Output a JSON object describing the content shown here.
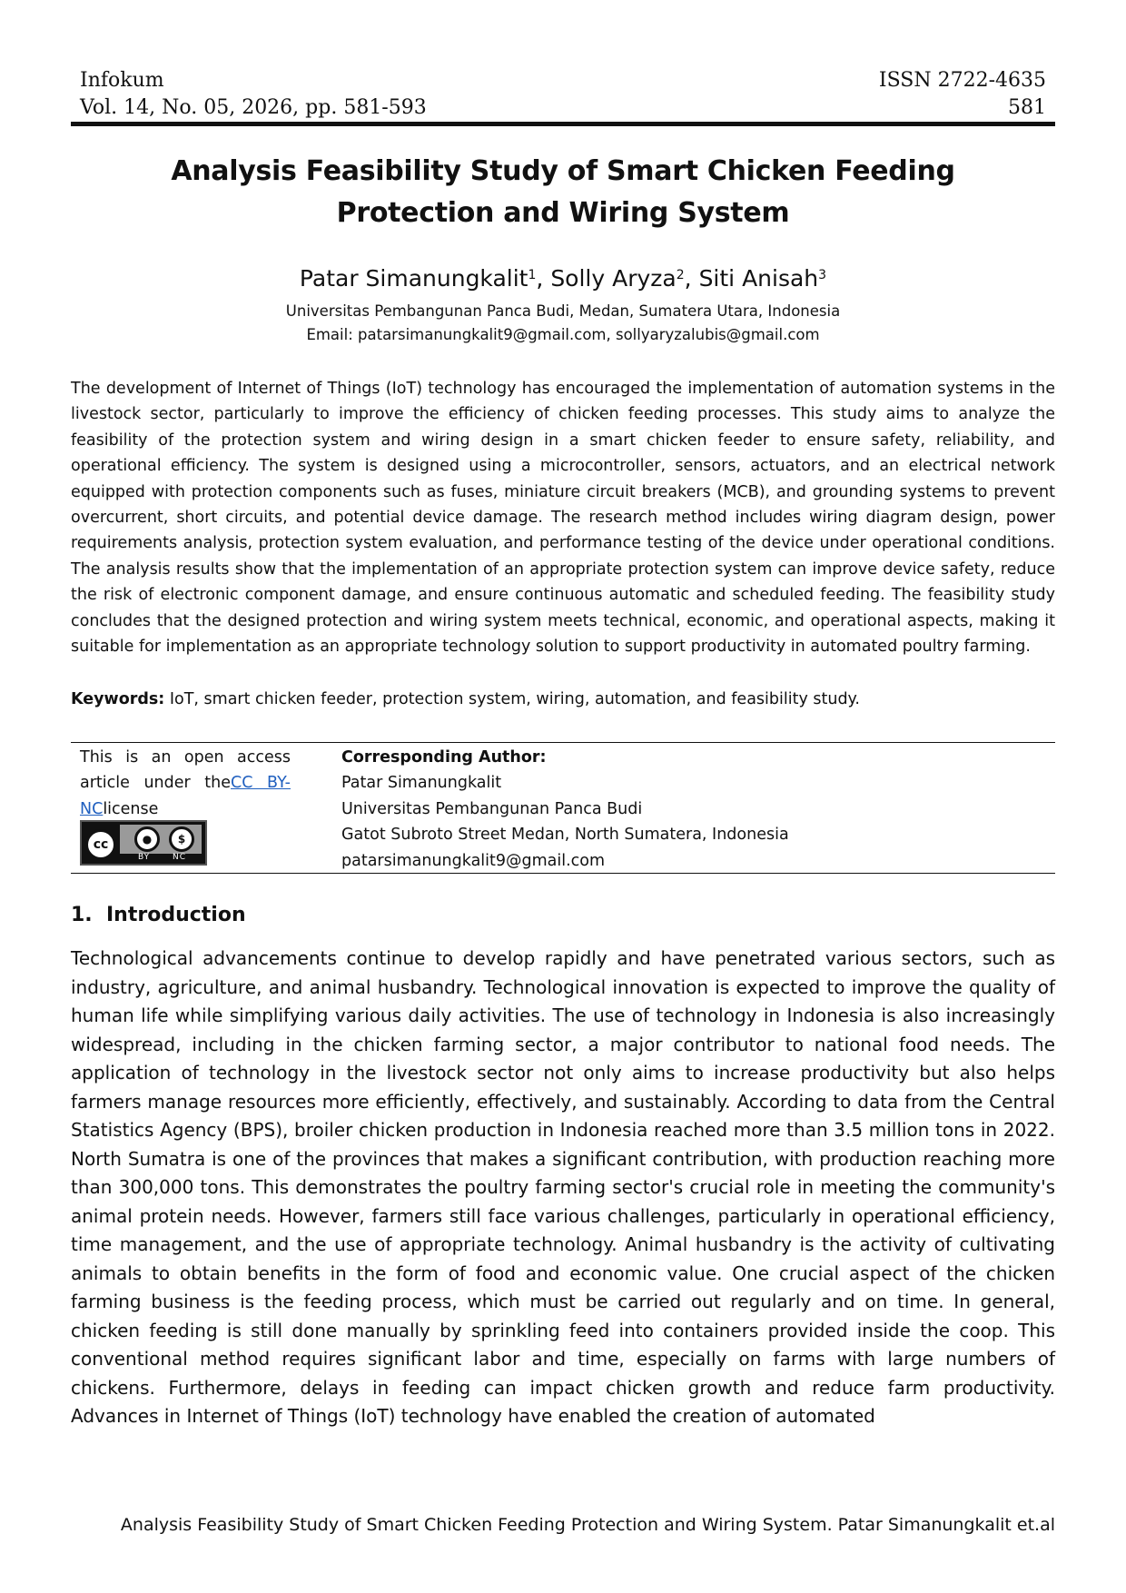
{
  "header": {
    "journal": "Infokum",
    "volume_info": "Vol. 14, No. 05, 2026, pp. 581-593",
    "issn": "ISSN 2722-4635",
    "page_number": "581"
  },
  "title": "Analysis Feasibility Study of Smart Chicken Feeding Protection and Wiring System",
  "authors": [
    {
      "name": "Patar Simanungkalit",
      "sup": "1"
    },
    {
      "name": "Solly Aryza",
      "sup": "2"
    },
    {
      "name": "Siti Anisah",
      "sup": "3"
    }
  ],
  "affiliation": "Universitas Pembangunan Panca Budi, Medan, Sumatera Utara, Indonesia",
  "email_line": "Email: patarsimanungkalit9@gmail.com, sollyaryzalubis@gmail.com",
  "abstract": "The development of Internet of Things (IoT) technology has encouraged the implementation of automation systems in the livestock sector, particularly to improve the efficiency of chicken feeding processes. This study aims to analyze the feasibility of the protection system and wiring design in a smart chicken feeder to ensure safety, reliability, and operational efficiency. The system is designed using a microcontroller, sensors, actuators, and an electrical network equipped with protection components such as fuses, miniature circuit breakers (MCB), and grounding systems to prevent overcurrent, short circuits, and potential device damage. The research method includes wiring diagram design, power requirements analysis, protection system evaluation, and performance testing of the device under operational conditions. The analysis results show that the implementation of an appropriate protection system can improve device safety, reduce the risk of electronic component damage, and ensure continuous automatic and scheduled feeding. The feasibility study concludes that the designed protection and wiring system meets technical, economic, and operational aspects, making it suitable for implementation as an appropriate technology solution to support productivity in automated poultry farming.",
  "keywords": {
    "label": "Keywords:",
    "text": " IoT, smart chicken feeder, protection system, wiring, automation, and feasibility study."
  },
  "open_access": {
    "text_before": "This is an open access article under the",
    "link_text": "CC BY-NC",
    "text_after": "license",
    "badge": {
      "by": "BY",
      "nc": "NC",
      "cc": "cc"
    }
  },
  "corresponding": {
    "heading": "Corresponding Author:",
    "name": "Patar Simanungkalit",
    "institution": "Universitas Pembangunan Panca Budi",
    "address": "Gatot Subroto Street Medan, North Sumatera, Indonesia",
    "email": "patarsimanungkalit9@gmail.com"
  },
  "section": {
    "number": "1.",
    "title": "Introduction",
    "body": "Technological advancements continue to develop rapidly and have penetrated various sectors, such as industry, agriculture, and animal husbandry. Technological innovation is expected to improve the quality of human life while simplifying various daily activities. The use of technology in Indonesia is also increasingly widespread, including in the chicken farming sector, a major contributor to national food needs. The application of technology in the livestock sector not only aims to increase productivity but also helps farmers manage resources more efficiently, effectively, and sustainably. According to data from the Central Statistics Agency (BPS), broiler chicken production in Indonesia reached more than 3.5 million tons in 2022. North Sumatra is one of the provinces that makes a significant contribution, with production reaching more than 300,000 tons. This demonstrates the poultry farming sector's crucial role in meeting the community's animal protein needs. However, farmers still face various challenges, particularly in operational efficiency, time management, and the use of appropriate technology. Animal husbandry is the activity of cultivating animals to obtain benefits in the form of food and economic value. One crucial aspect of the chicken farming business is the feeding process, which must be carried out regularly and on time. In general, chicken feeding is still done manually by sprinkling feed into containers provided inside the coop. This conventional method requires significant labor and time, especially on farms with large numbers of chickens. Furthermore, delays in feeding can impact chicken growth and reduce farm productivity. Advances in Internet of Things (IoT) technology have enabled the creation of automated"
  },
  "footer": "Analysis Feasibility Study of Smart Chicken Feeding Protection and Wiring System. Patar Simanungkalit et.al"
}
